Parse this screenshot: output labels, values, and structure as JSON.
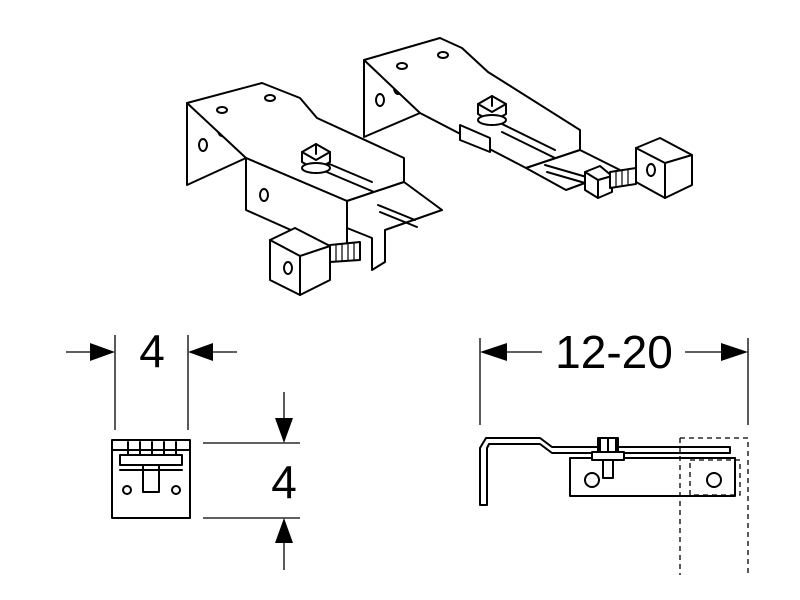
{
  "dimensions": {
    "top_width": "4",
    "side_height": "4",
    "adjust_range": "12-20"
  }
}
